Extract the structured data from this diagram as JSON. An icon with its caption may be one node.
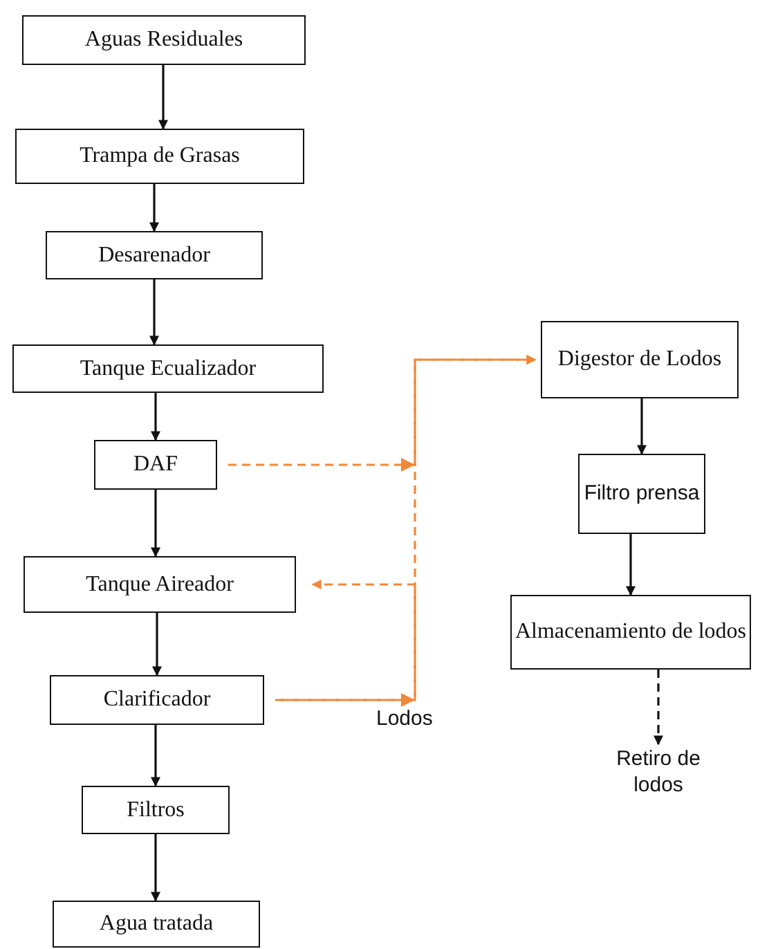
{
  "diagram": {
    "nodes": [
      {
        "text": [
          "Aguas Residuales"
        ]
      },
      {
        "text": [
          "Trampa de Grasas"
        ]
      },
      {
        "text": [
          "Desarenador"
        ]
      },
      {
        "text": [
          "Tanque Ecualizador"
        ]
      },
      {
        "text": [
          "DAF"
        ]
      },
      {
        "text": [
          "Tanque Aireador"
        ]
      },
      {
        "text": [
          "Clarificador"
        ]
      },
      {
        "text": [
          "Filtros"
        ]
      },
      {
        "text": [
          "Agua tratada"
        ]
      },
      {
        "text": [
          "Digestor de Lodos"
        ]
      },
      {
        "text": [
          "Filtro prensa"
        ]
      },
      {
        "text": [
          "Almacenamiento de lodos"
        ]
      },
      {
        "text": [
          "Retiro de lodos"
        ]
      }
    ],
    "edges": [
      {
        "from": 0,
        "to": 1,
        "arrow": "to"
      },
      {
        "from": 1,
        "to": 2,
        "arrow": "to"
      },
      {
        "from": 2,
        "to": 3,
        "arrow": "to"
      },
      {
        "from": 3,
        "to": 4,
        "arrow": "to"
      },
      {
        "from": 4,
        "to": 5,
        "arrow": "to"
      },
      {
        "from": 5,
        "to": 6,
        "arrow": "to"
      },
      {
        "from": 6,
        "to": 7,
        "arrow": "to"
      },
      {
        "from": 7,
        "to": 8,
        "arrow": "to"
      },
      {
        "from": 4,
        "to": 9,
        "arrow": "to",
        "style": "dashed",
        "color": "#f0883a"
      },
      {
        "from": 6,
        "to": 9,
        "arrow": "to",
        "style": "dashed",
        "color": "#f0883a"
      },
      {
        "from": 6,
        "to": 5,
        "arrow": "to",
        "style": "dashed",
        "color": "#f0883a"
      },
      {
        "from": 9,
        "to": 10,
        "arrow": "to"
      },
      {
        "from": 10,
        "to": 11,
        "arrow": "to"
      },
      {
        "from": 11,
        "to": 12,
        "arrow": "to",
        "style": "dashed"
      }
    ],
    "labels": [
      "Lodos"
    ]
  }
}
